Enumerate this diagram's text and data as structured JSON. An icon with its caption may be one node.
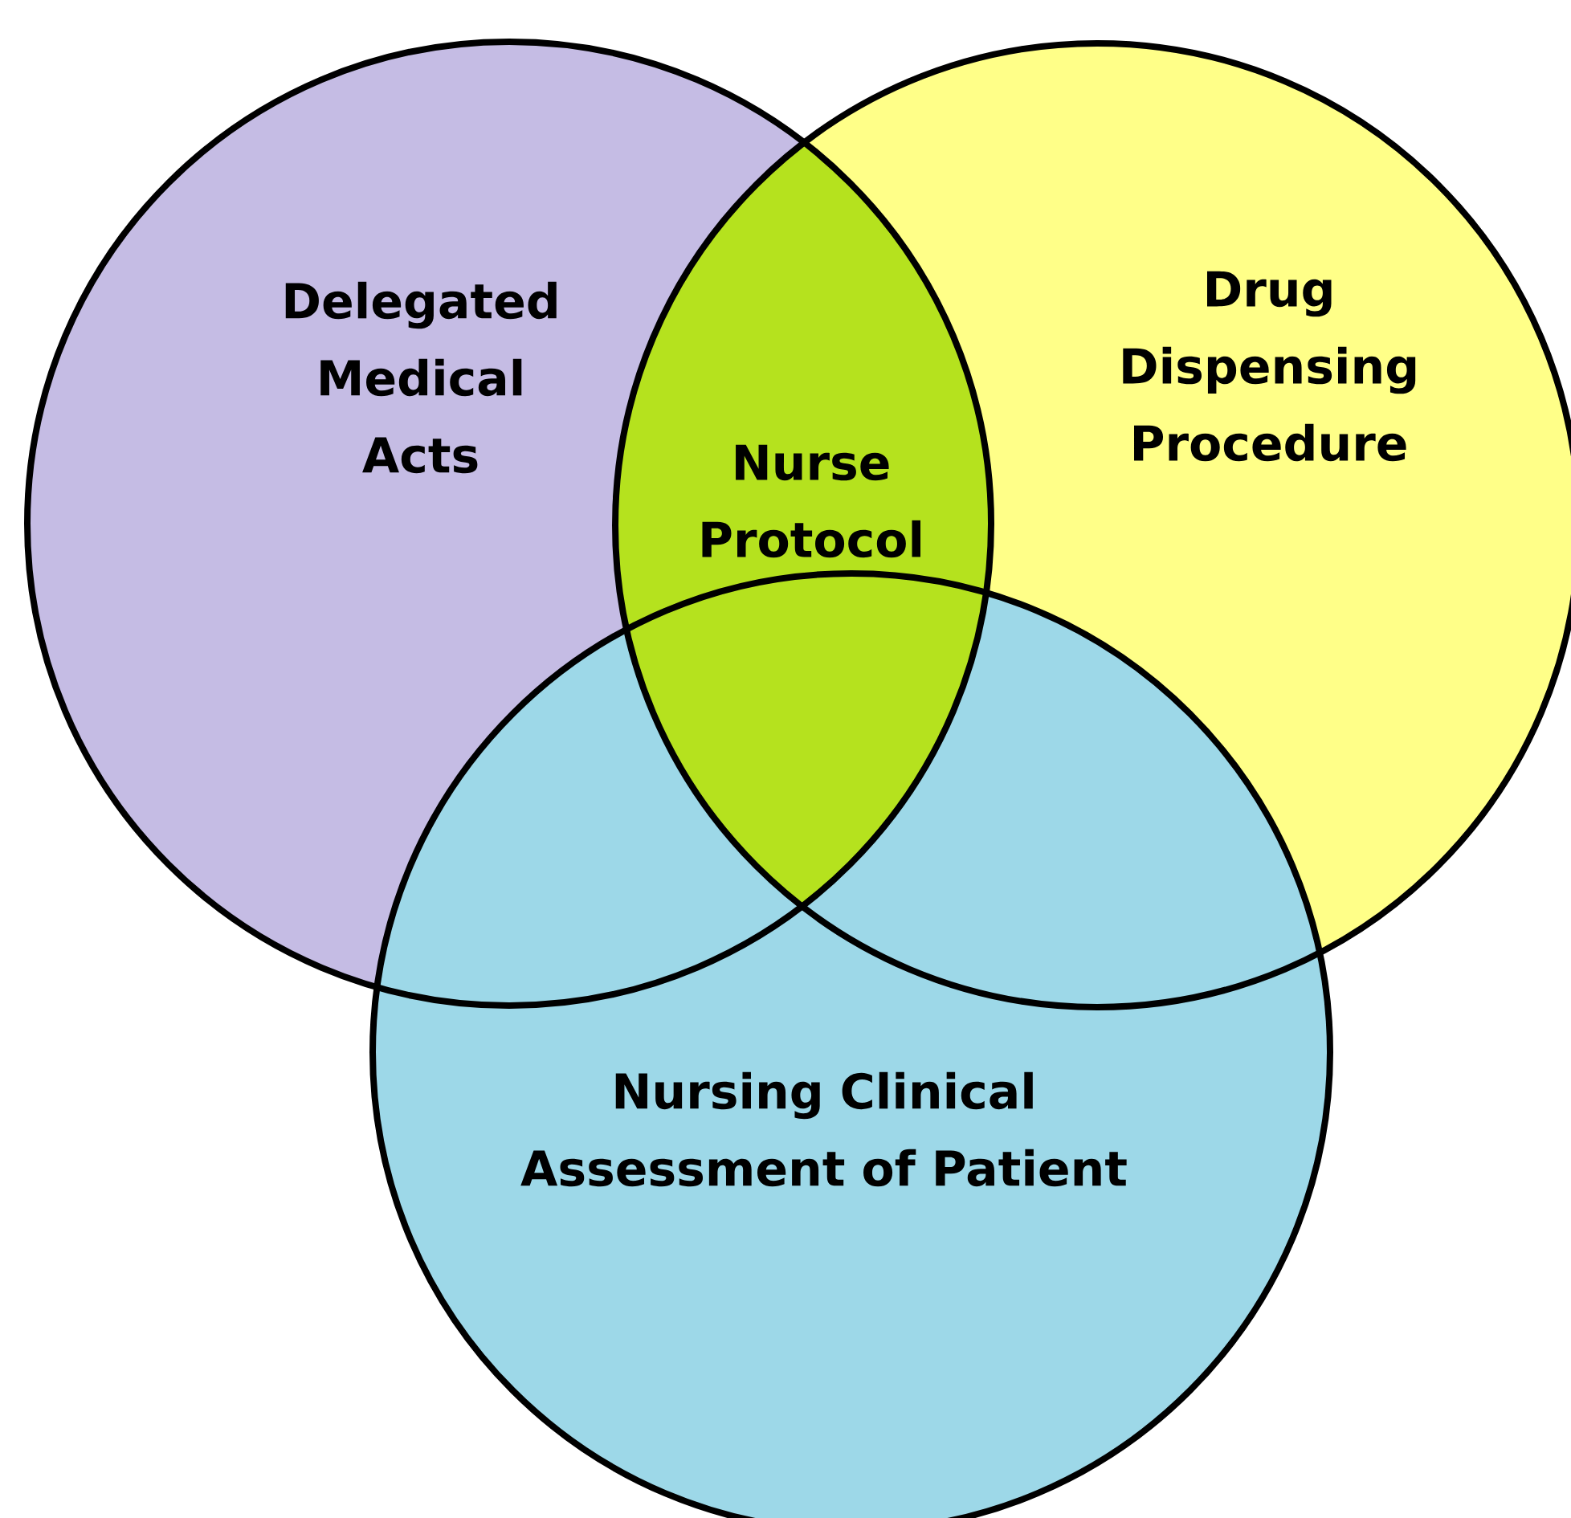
{
  "diagram": {
    "nodes": [
      {
        "text": [
          "Delegated Medical Acts"
        ]
      },
      {
        "text": [
          "Drug Dispensing Procedure"
        ]
      },
      {
        "text": [
          "Nurse Protocol"
        ]
      },
      {
        "text": [
          "Nursing Clinical Assessment of Patient"
        ]
      }
    ]
  }
}
